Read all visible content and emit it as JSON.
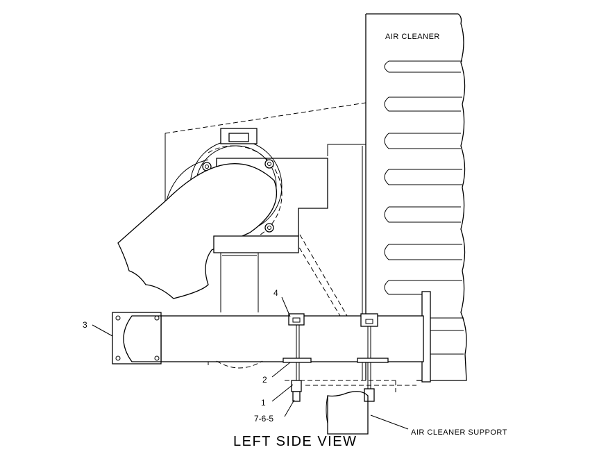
{
  "labels": {
    "air_cleaner": "AIR CLEANER",
    "air_cleaner_support": "AIR CLEANER SUPPORT",
    "view_title": "LEFT SIDE VIEW"
  },
  "callouts": {
    "item_1": "1",
    "item_2": "2",
    "item_3": "3",
    "item_4": "4",
    "item_7_6_5": "7-6-5"
  }
}
